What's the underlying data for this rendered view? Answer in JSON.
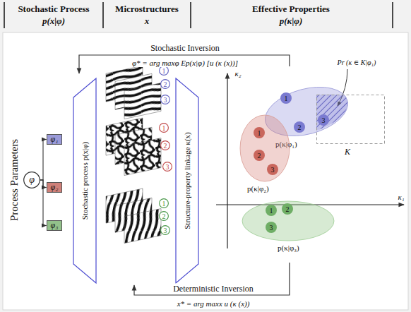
{
  "diagram": {
    "nodes": [
      {
        "text": [
          "φ"
        ]
      },
      {
        "text": [
          "φ₁"
        ]
      },
      {
        "text": [
          "φ₂"
        ]
      },
      {
        "text": [
          "φ₃"
        ]
      },
      {
        "text": [
          "Stochastic process p(x|φ)"
        ]
      },
      {
        "text": [
          "1"
        ]
      },
      {
        "text": [
          "2"
        ]
      },
      {
        "text": [
          "3"
        ]
      },
      {
        "text": [
          "1"
        ]
      },
      {
        "text": [
          "2"
        ]
      },
      {
        "text": [
          "3"
        ]
      },
      {
        "text": [
          "1"
        ]
      },
      {
        "text": [
          "2"
        ]
      },
      {
        "text": [
          "3"
        ]
      },
      {
        "text": [
          "Structure-property linkage κ(x)"
        ]
      },
      {
        "text": [
          "p(κ|φ₁)"
        ]
      },
      {
        "text": [
          "1"
        ],
        "in": 15
      },
      {
        "text": [
          "2"
        ],
        "in": 15
      },
      {
        "text": [
          "3"
        ],
        "in": 15
      },
      {
        "text": [
          "K"
        ]
      },
      {
        "text": [
          "p(κ|φ₂)"
        ]
      },
      {
        "text": [
          "1"
        ],
        "in": 20
      },
      {
        "text": [
          "2"
        ],
        "in": 20
      },
      {
        "text": [
          "3"
        ],
        "in": 20
      },
      {
        "text": [
          "p(κ|φ₃)"
        ]
      },
      {
        "text": [
          "1"
        ],
        "in": 24
      },
      {
        "text": [
          "2"
        ],
        "in": 24
      },
      {
        "text": [
          "3"
        ],
        "in": 24
      }
    ],
    "edges": [
      {
        "from": 0,
        "to": 1,
        "arrow": "to"
      },
      {
        "from": 0,
        "to": 2,
        "arrow": "to"
      },
      {
        "from": 0,
        "to": 3,
        "arrow": "to"
      }
    ],
    "labels": [
      "Stochastic Process",
      "p(x|φ)",
      "Microstructures",
      "x",
      "Effective Properties",
      "p(κ|φ)",
      "Stochastic Inversion",
      "φ* = arg maxφ Ep(x|φ) [u (κ (x))]",
      "Process Parameters",
      "κ₂",
      "κ₁",
      "Pr (κ ∈ K|φ₁)",
      "Deterministic Inversion",
      "x* = arg maxx u (κ (x))"
    ]
  }
}
